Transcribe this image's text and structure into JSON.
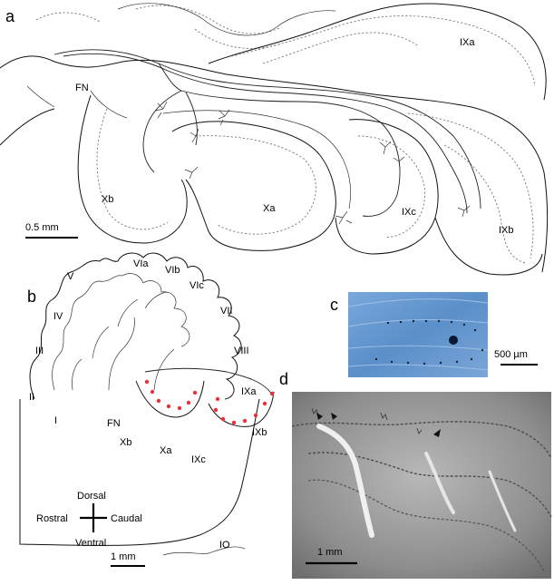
{
  "panels": {
    "a": {
      "letter": "a",
      "labels": {
        "FN": "FN",
        "Xb": "Xb",
        "Xa": "Xa",
        "IXc": "IXc",
        "IXb": "IXb",
        "IXa": "IXa"
      },
      "scale": "0.5 mm"
    },
    "b": {
      "letter": "b",
      "lobules": {
        "I": "I",
        "II": "II",
        "III": "III",
        "IV": "IV",
        "V": "V",
        "VIa": "VIa",
        "VIb": "VIb",
        "VIc": "VIc",
        "VII": "VII",
        "VIII": "VIII",
        "IXa": "IXa",
        "IXb": "IXb",
        "IXc": "IXc",
        "Xa": "Xa",
        "Xb": "Xb",
        "FN": "FN",
        "IO": "IO"
      },
      "compass": {
        "dorsal": "Dorsal",
        "ventral": "Ventral",
        "rostral": "Rostral",
        "caudal": "Caudal"
      },
      "scale": "1 mm"
    },
    "c": {
      "letter": "c",
      "scale": "500 µm"
    },
    "d": {
      "letter": "d",
      "scale": "1 mm"
    }
  },
  "colors": {
    "terminals": "#e8323c",
    "stain_blue": "#5b8fc9",
    "histology_gray": "#8a8a8a"
  }
}
